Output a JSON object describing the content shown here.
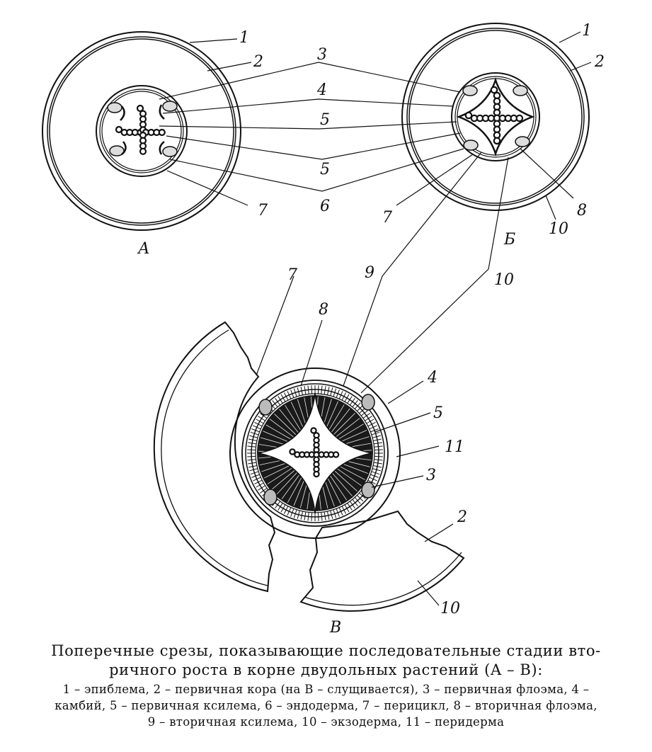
{
  "figure": {
    "stage_labels": {
      "a": "А",
      "b": "Б",
      "v": "В"
    },
    "numbers": {
      "n1": "1",
      "n2": "2",
      "n3": "3",
      "n4": "4",
      "n5": "5",
      "n6": "6",
      "n7": "7",
      "n8": "8",
      "n9": "9",
      "n10": "10",
      "n11": "11"
    }
  },
  "caption": {
    "title_line1": "Поперечные срезы, показывающие последовательные стадии вто-",
    "title_line2": "ричного роста в корне двудольных растений (A – B):",
    "legend_line1": "1 – эпиблема, 2 – первичная кора (на B – слущивается), 3 – первичная флоэма, 4 –",
    "legend_line2": "камбий, 5 – первичная ксилема, 6 – эндодерма, 7 – перицикл, 8 – вторичная флоэма,",
    "legend_line3": "9 – вторичная ксилема, 10 – экзодерма, 11 – перидерма"
  }
}
